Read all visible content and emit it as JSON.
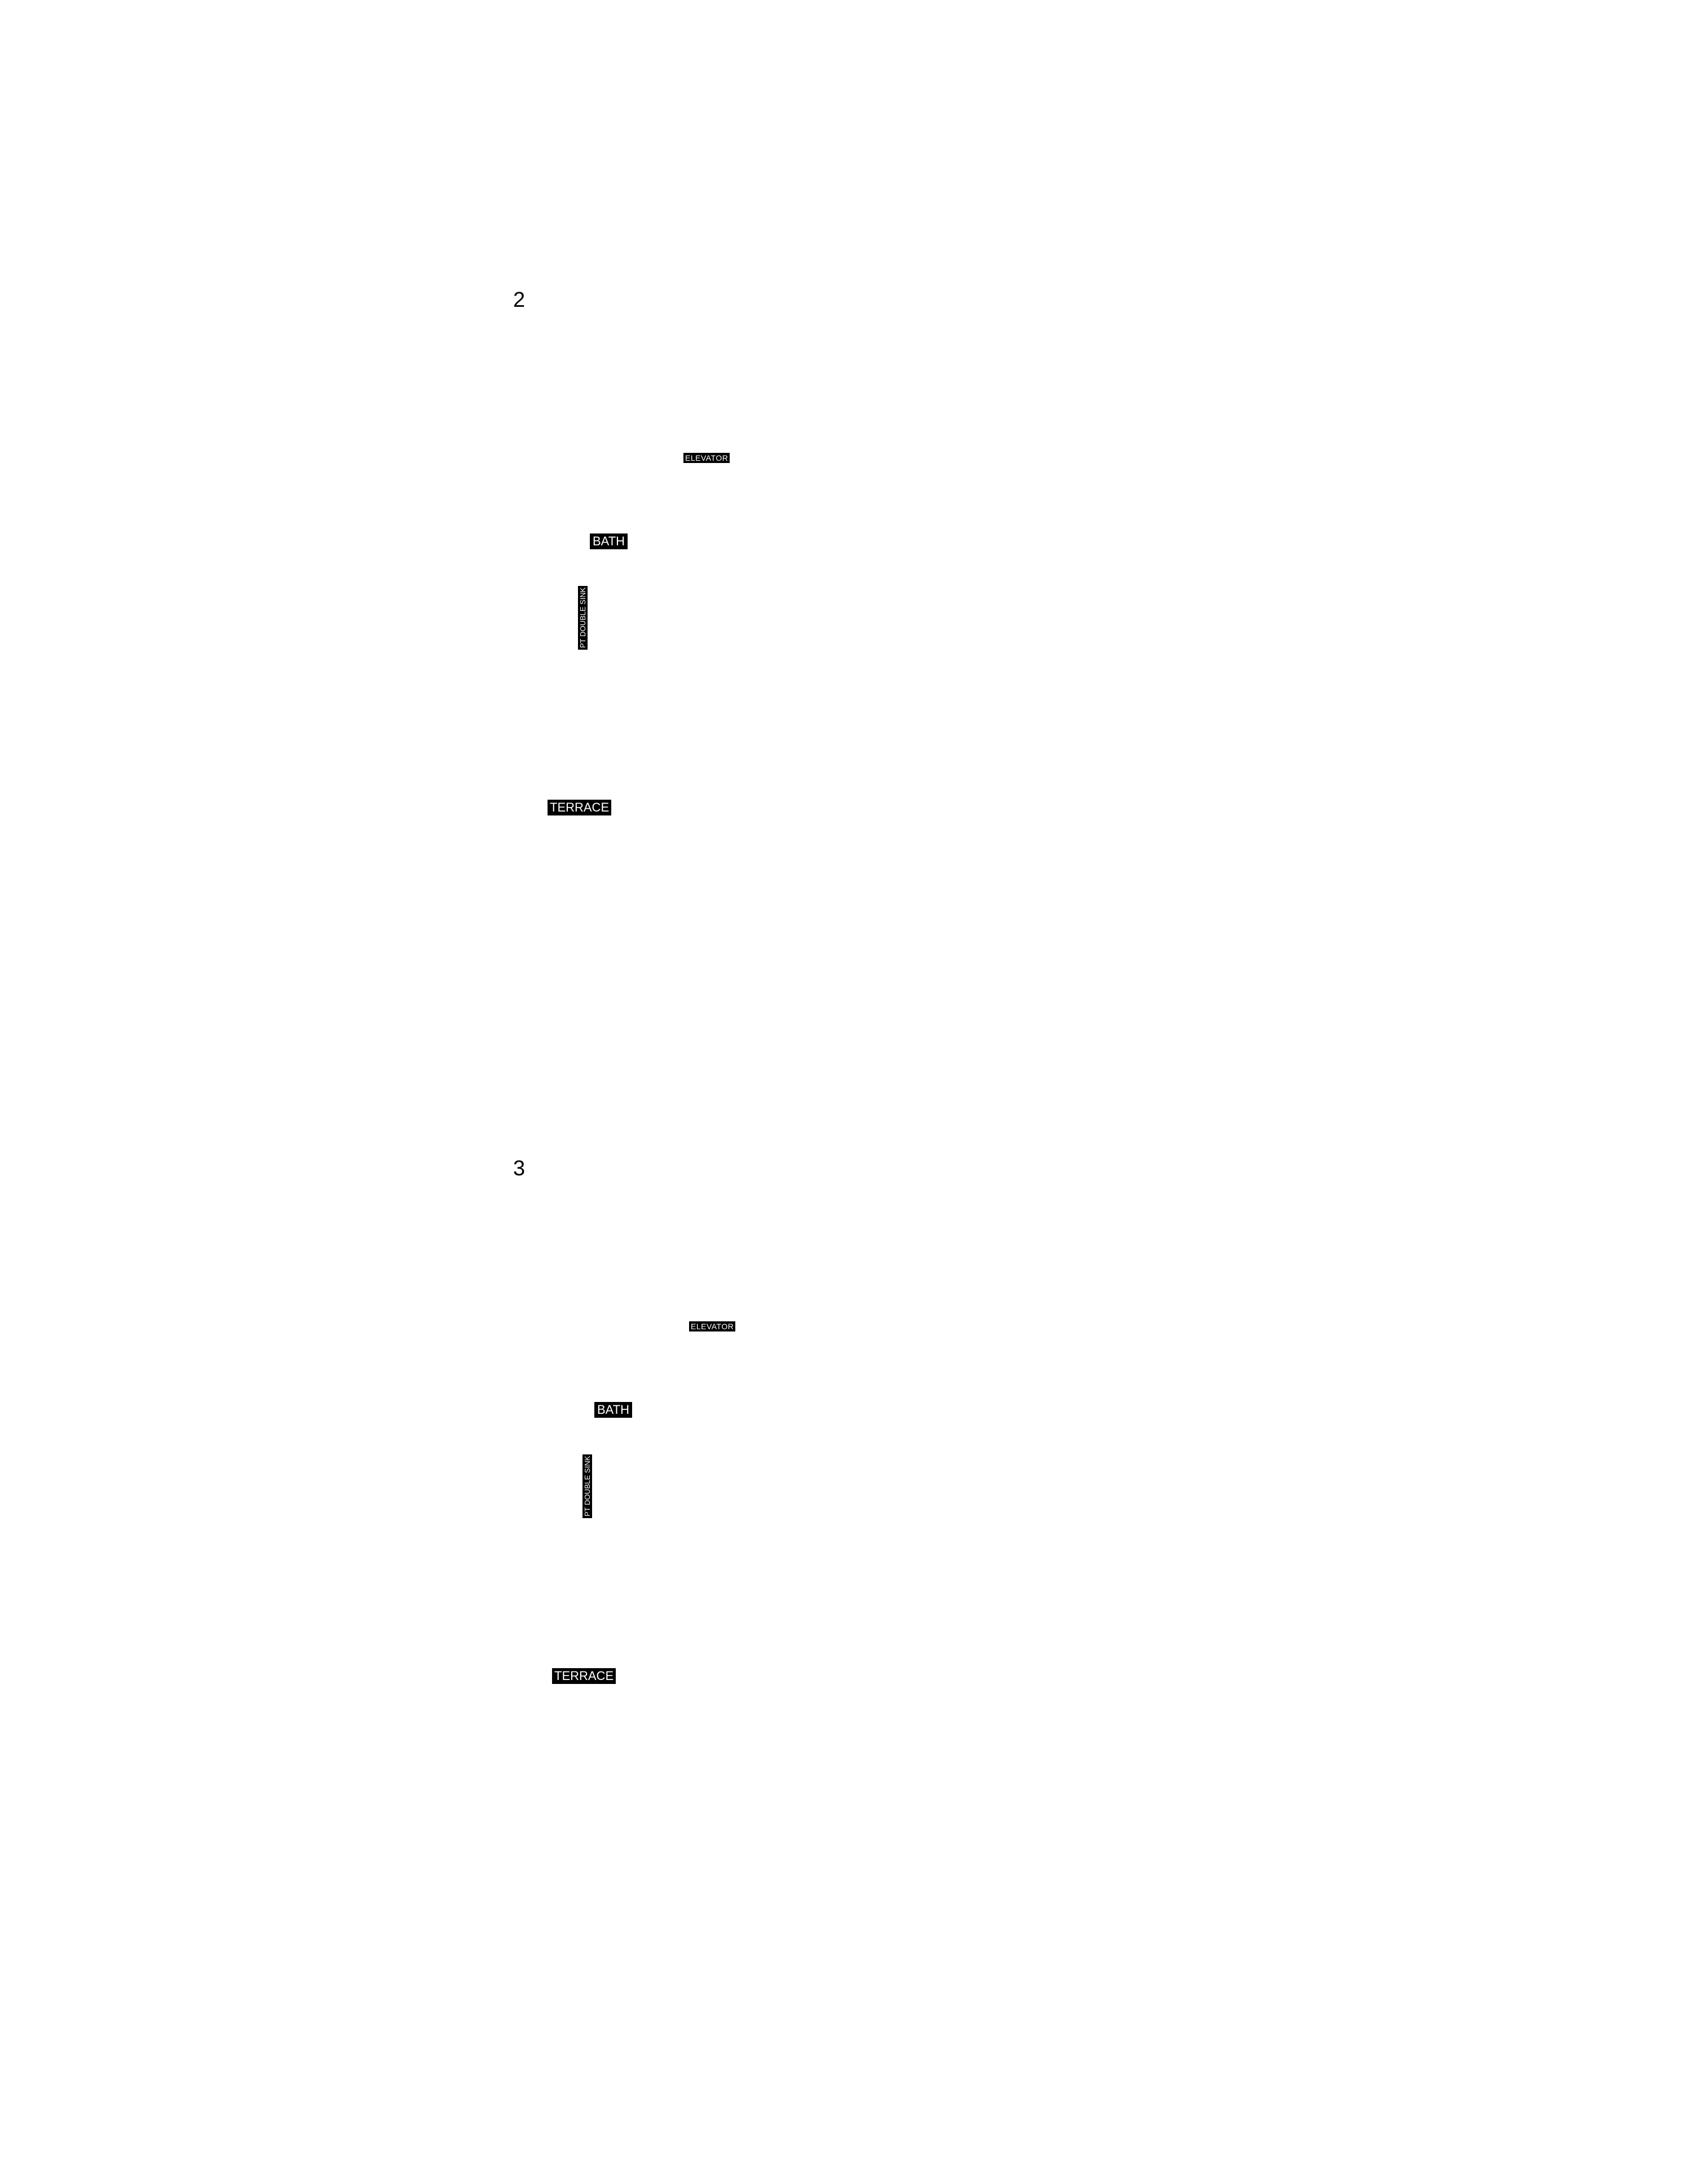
{
  "floors": [
    {
      "number": "2",
      "labels": {
        "elevator": "ELEVATOR",
        "bath": "BATH",
        "sink": "PT DOUBLE SINK",
        "terrace": "TERRACE"
      }
    },
    {
      "number": "3",
      "labels": {
        "elevator": "ELEVATOR",
        "bath": "BATH",
        "sink": "PT DOUBLE SINK",
        "terrace": "TERRACE"
      }
    }
  ]
}
